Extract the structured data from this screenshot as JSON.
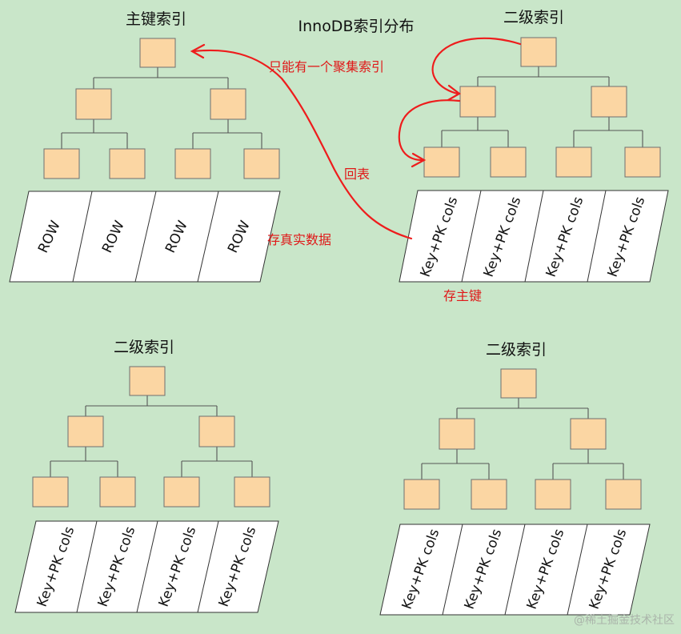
{
  "diagram_title": "InnoDB索引分布",
  "trees": [
    {
      "title": "主键索引",
      "leaf_labels": [
        "ROW",
        "ROW",
        "ROW",
        "ROW"
      ]
    },
    {
      "title": "二级索引",
      "leaf_labels": [
        "Key+PK cols",
        "Key+PK cols",
        "Key+PK cols",
        "Key+PK cols"
      ]
    },
    {
      "title": "二级索引",
      "leaf_labels": [
        "Key+PK cols",
        "Key+PK cols",
        "Key+PK cols",
        "Key+PK cols"
      ]
    },
    {
      "title": "二级索引",
      "leaf_labels": [
        "Key+PK cols",
        "Key+PK cols",
        "Key+PK cols",
        "Key+PK cols"
      ]
    }
  ],
  "annotations": {
    "clustered_only_one": "只能有一个聚集索引",
    "back_to_table": "回表",
    "stores_real_data": "存真实数据",
    "stores_primary_key": "存主键"
  },
  "watermark": "@稀土掘金技术社区",
  "colors": {
    "background": "#c9e6c9",
    "node_fill": "#fbd6a3",
    "arrow": "#ee1c1c"
  }
}
